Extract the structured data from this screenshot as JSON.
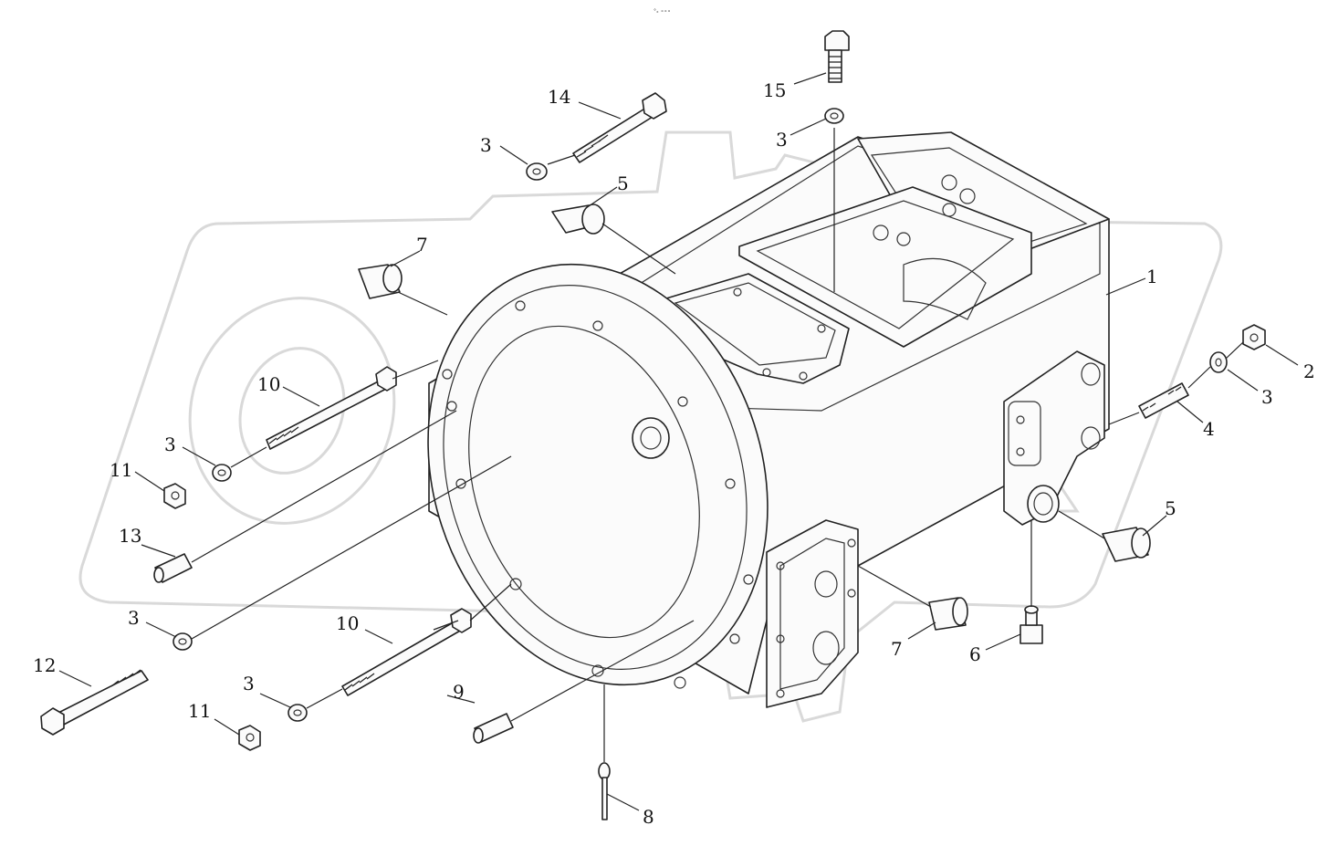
{
  "caption": "°ₓ ∘∘∘",
  "callouts": {
    "c1": "1",
    "c2": "2",
    "c3": "3",
    "c4": "4",
    "c5": "5",
    "c6": "6",
    "c7": "7",
    "c8": "8",
    "c9": "9",
    "c10": "10",
    "c11": "11",
    "c12": "12",
    "c13": "13",
    "c14": "14",
    "c15": "15"
  },
  "colors": {
    "line": "#222222",
    "watermark": "#d9d9d9",
    "background": "#ffffff"
  }
}
